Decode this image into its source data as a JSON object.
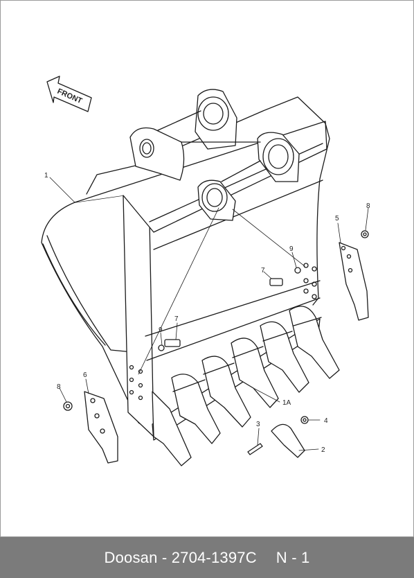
{
  "diagram": {
    "direction_label": "FRONT",
    "callouts": {
      "c1": "1",
      "c1A": "1A",
      "c2": "2",
      "c3": "3",
      "c4": "4",
      "c5": "5",
      "c6": "6",
      "c7a": "7",
      "c7b": "7",
      "c8a": "8",
      "c8b": "8",
      "c9a": "9",
      "c9b": "9"
    }
  },
  "footer": {
    "part_label": "Doosan - 2704-1397C",
    "page_code": "N - 1"
  }
}
